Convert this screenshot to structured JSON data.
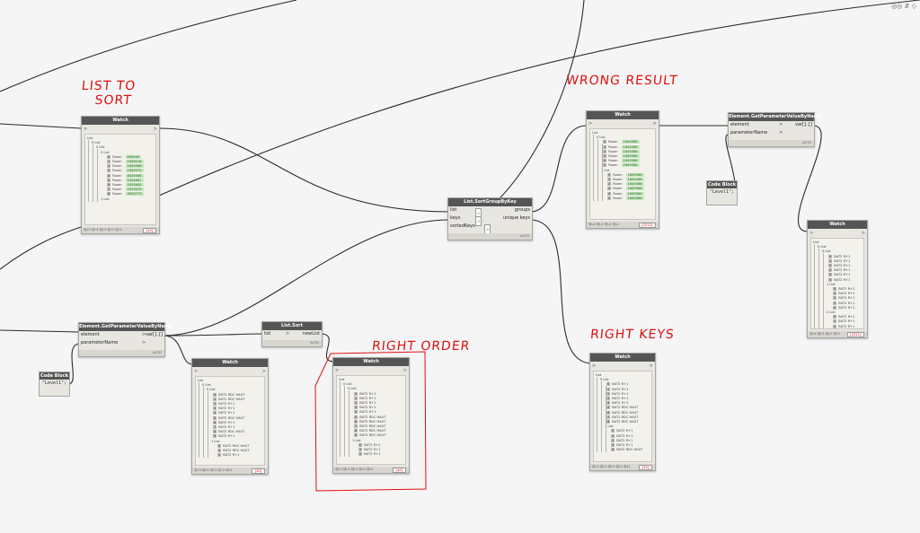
{
  "annotations": {
    "list_to_sort": "LIST TO\n   SORT",
    "wrong_result": "WRONG RESULT",
    "right_order": "RIGHT ORDER",
    "right_keys": "RIGHT KEYS"
  },
  "toolbar": {
    "icons": "◎◎ ⇵ ◇"
  },
  "watch1": {
    "title": "Watch",
    "footer": "@L3 @L4 @L3 @L2 @L1",
    "count": "{40}",
    "lines": [
      {
        "t": "List"
      },
      {
        "t": "0 List"
      },
      {
        "t": "0 List"
      },
      {
        "t": "0 List"
      },
      {
        "i": "0",
        "k": "Room",
        "v": "696589"
      },
      {
        "i": "1",
        "k": "Room",
        "v": "1649016"
      },
      {
        "i": "2",
        "k": "Room",
        "v": "1649366"
      },
      {
        "i": "3",
        "k": "Room",
        "v": "1649375"
      },
      {
        "i": "4",
        "k": "Room",
        "v": "8529366"
      },
      {
        "i": "5",
        "k": "Room",
        "v": "5324687"
      },
      {
        "i": "6",
        "k": "Room",
        "v": "5420645"
      },
      {
        "i": "7",
        "k": "Room",
        "v": "2929475"
      },
      {
        "i": "8",
        "k": "Room",
        "v": "9620773"
      },
      {
        "t": "1 List"
      }
    ]
  },
  "watch2": {
    "title": "Watch",
    "footer": "@L4 @L3 @L2 @L1",
    "count": "{2212}",
    "lines": [
      {
        "t": "List"
      },
      {
        "t": "0 List"
      },
      {
        "i": "0",
        "k": "Room",
        "v": "1649366"
      },
      {
        "i": "1",
        "k": "Room",
        "v": "1649366"
      },
      {
        "i": "2",
        "k": "Room",
        "v": "1649366"
      },
      {
        "i": "3",
        "k": "Room",
        "v": "1649366"
      },
      {
        "i": "4",
        "k": "Room",
        "v": "1649366"
      },
      {
        "i": "5",
        "k": "Room",
        "v": "1649366"
      },
      {
        "t": "1 List"
      },
      {
        "i": "0",
        "k": "Room",
        "v": "1649366"
      },
      {
        "i": "1",
        "k": "Room",
        "v": "1649366"
      },
      {
        "i": "2",
        "k": "Room",
        "v": "1649366"
      },
      {
        "i": "3",
        "k": "Room",
        "v": "1649366"
      },
      {
        "i": "4",
        "k": "Room",
        "v": "1649366"
      },
      {
        "i": "5",
        "k": "Room",
        "v": "1649366"
      }
    ]
  },
  "watch3": {
    "title": "Watch",
    "footer": "@L4 @L3 @L2 @L1",
    "count": "{2212}",
    "lines": [
      {
        "t": "List"
      },
      {
        "t": "0 List"
      },
      {
        "t": "0 List"
      },
      {
        "i": "0",
        "v": "BAT2 R+1"
      },
      {
        "i": "1",
        "v": "BAT2 R+1"
      },
      {
        "i": "2",
        "v": "BAT2 R+1"
      },
      {
        "i": "3",
        "v": "BAT2 R+1"
      },
      {
        "i": "4",
        "v": "BAT2 R+1"
      },
      {
        "i": "5",
        "v": "BAT2 R+1"
      },
      {
        "t": "1 List"
      },
      {
        "i": "0",
        "v": "BAT2 R+1"
      },
      {
        "i": "1",
        "v": "BAT2 R+1"
      },
      {
        "i": "2",
        "v": "BAT2 R+1"
      },
      {
        "i": "3",
        "v": "BAT2 R+1"
      },
      {
        "i": "4",
        "v": "BAT2 R+1"
      },
      {
        "t": "2 List"
      },
      {
        "i": "0",
        "v": "BAT2 R+1"
      },
      {
        "i": "1",
        "v": "BAT2 R+1"
      },
      {
        "i": "2",
        "v": "BAT2 R+1"
      },
      {
        "i": "3",
        "v": "BAT2 R+1"
      },
      {
        "i": "4",
        "v": "BAT2 R+1"
      }
    ]
  },
  "watch4": {
    "title": "Watch",
    "footer": "@L3 @L4 @L3 @L2 @L1",
    "count": "{40}",
    "lines": [
      {
        "t": "List"
      },
      {
        "t": "0 List"
      },
      {
        "t": "0 List"
      },
      {
        "i": "0",
        "v": "BAT2 RDC HAUT"
      },
      {
        "i": "1",
        "v": "BAT2 RDC HAUT"
      },
      {
        "i": "2",
        "v": "BAT2 R+1"
      },
      {
        "i": "3",
        "v": "BAT2 R+1"
      },
      {
        "i": "4",
        "v": "BAT2 R+1"
      },
      {
        "i": "5",
        "v": "BAT2 RDC HAUT"
      },
      {
        "i": "6",
        "v": "BAT2 R+1"
      },
      {
        "i": "7",
        "v": "BAT2 R+1"
      },
      {
        "i": "8",
        "v": "BAT2 RDC HAUT"
      },
      {
        "i": "9",
        "v": "BAT2 R+1"
      },
      {
        "t": "1 List"
      },
      {
        "i": "0",
        "v": "BAT2 RDC HAUT"
      },
      {
        "i": "1",
        "v": "BAT2 RDC HAUT"
      },
      {
        "i": "2",
        "v": "BAT2 R+1"
      }
    ]
  },
  "watch5": {
    "title": "Watch",
    "footer": "@L3 @L4 @L3 @L2 @L1",
    "count": "{40}",
    "lines": [
      {
        "t": "List"
      },
      {
        "t": "0 List"
      },
      {
        "t": "0 List"
      },
      {
        "i": "0",
        "v": "BAT2 R+1"
      },
      {
        "i": "1",
        "v": "BAT2 R+1"
      },
      {
        "i": "2",
        "v": "BAT2 R+1"
      },
      {
        "i": "3",
        "v": "BAT2 R+1"
      },
      {
        "i": "4",
        "v": "BAT2 R+1"
      },
      {
        "i": "5",
        "v": "BAT2 RDC HAUT"
      },
      {
        "i": "6",
        "v": "BAT2 RDC HAUT"
      },
      {
        "i": "7",
        "v": "BAT2 RDC HAUT"
      },
      {
        "i": "8",
        "v": "BAT2 RDC HAUT"
      },
      {
        "i": "9",
        "v": "BAT2 RDC HAUT"
      },
      {
        "t": "1 List"
      },
      {
        "i": "0",
        "v": "BAT2 R+1"
      },
      {
        "i": "1",
        "v": "BAT2 R+1"
      },
      {
        "i": "2",
        "v": "BAT2 R+1"
      }
    ]
  },
  "watch6": {
    "title": "Watch",
    "footer": "@L3 @L4 @L3 @L2 @L1",
    "count": "{40}",
    "lines": [
      {
        "t": "List"
      },
      {
        "t": "0 List"
      },
      {
        "i": "0",
        "v": "BAT2 R+1"
      },
      {
        "i": "1",
        "v": "BAT2 R+1"
      },
      {
        "i": "2",
        "v": "BAT2 R+1"
      },
      {
        "i": "3",
        "v": "BAT2 R+1"
      },
      {
        "i": "4",
        "v": "BAT2 R+1"
      },
      {
        "i": "5",
        "v": "BAT2 RDC HAUT"
      },
      {
        "i": "6",
        "v": "BAT2 RDC HAUT"
      },
      {
        "i": "7",
        "v": "BAT2 RDC HAUT"
      },
      {
        "i": "8",
        "v": "BAT2 RDC HAUT"
      },
      {
        "t": "1 List"
      },
      {
        "i": "0",
        "v": "BAT2 R+1"
      },
      {
        "i": "1",
        "v": "BAT2 R+1"
      },
      {
        "i": "2",
        "v": "BAT2 R+1"
      },
      {
        "i": "3",
        "v": "BAT2 R+1"
      },
      {
        "i": "4",
        "v": "BAT2 RDC HAUT"
      }
    ]
  },
  "sortGroup": {
    "title": "List.SortGroupByKey",
    "in1": "list",
    "in2": "keys",
    "in3": "sortedKeys",
    "out1": "groups",
    "out2": "unique keys",
    "footer": "AUTO"
  },
  "listSort": {
    "title": "List.Sort",
    "in1": "list",
    "out1": "newList",
    "footer": "AUTO"
  },
  "getParam1": {
    "title": "Element.GetParameterValueByName",
    "in1": "element",
    "in2": "parameterName",
    "out1": "var[]..[]",
    "footer": "AUTO"
  },
  "getParam2": {
    "title": "Element.GetParameterValueByName",
    "in1": "element",
    "in2": "parameterName",
    "out1": "var[]..[]",
    "footer": "AUTO"
  },
  "code1": {
    "title": "Code Block",
    "code": "\"Level1\";"
  },
  "code2": {
    "title": "Code Block",
    "code": "\"Level1\";"
  }
}
